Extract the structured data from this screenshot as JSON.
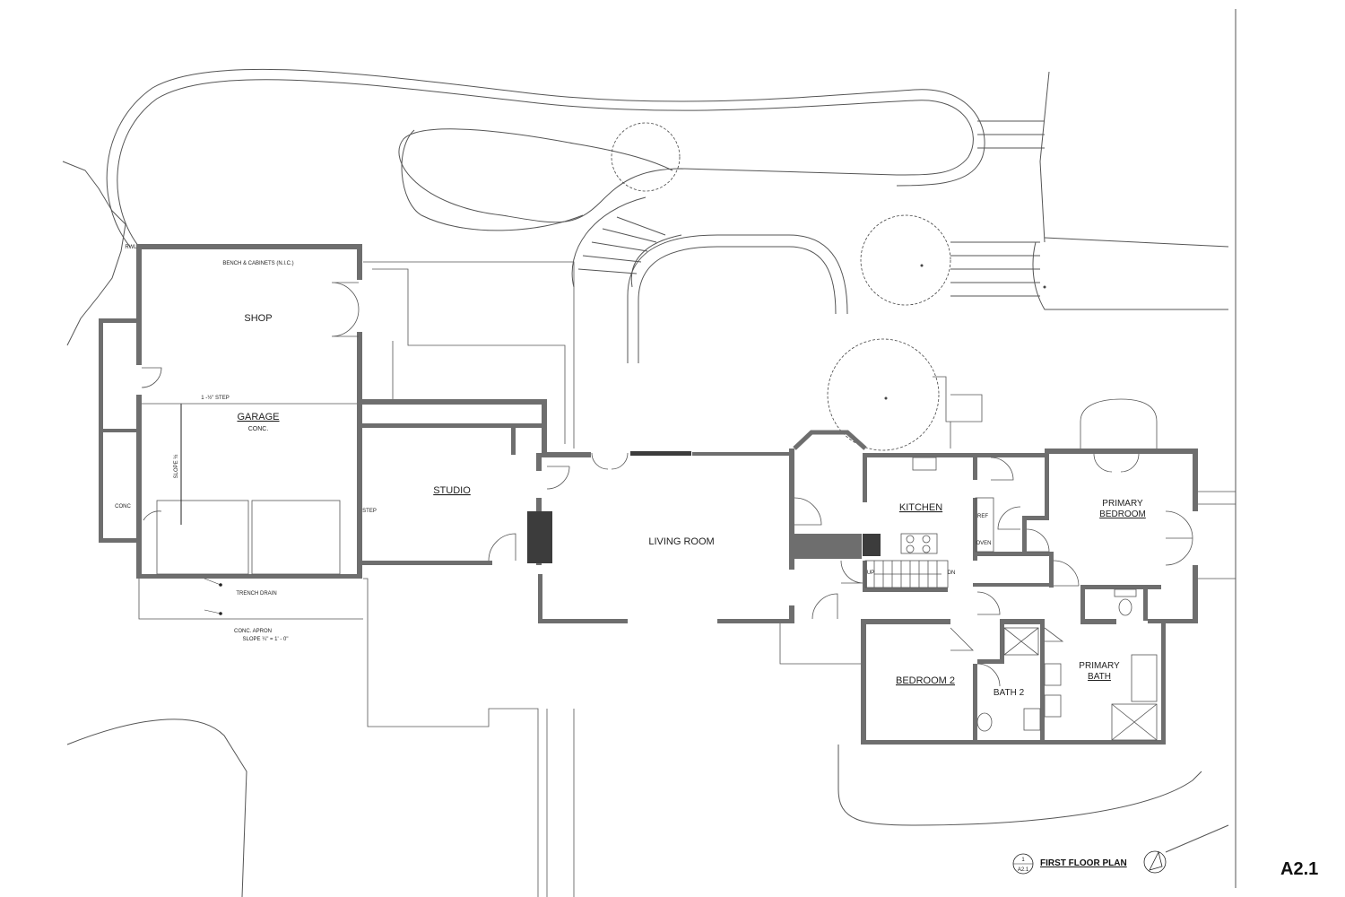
{
  "rooms": {
    "shop": "SHOP",
    "garage": "GARAGE",
    "garage_floor": "CONC.",
    "studio": "STUDIO",
    "living_room": "LIVING ROOM",
    "kitchen": "KITCHEN",
    "primary_bedroom_1": "PRIMARY",
    "primary_bedroom_2": "BEDROOM",
    "bedroom2": "BEDROOM 2",
    "bath2": "BATH 2",
    "primary_bath_1": "PRIMARY",
    "primary_bath_2": "BATH"
  },
  "notes": {
    "rwl": "RWL",
    "bench": "BENCH & CABINETS (N.I.C.)",
    "step_garage": "1 -½\" STEP",
    "slope": "SLOPE ½",
    "conc": "CONC",
    "step_studio": "STEP",
    "trench_drain": "TRENCH DRAIN",
    "apron_1": "CONC. APRON",
    "apron_2": "SLOPE ¼\" = 1' - 0\"",
    "ref": "REF",
    "oven": "OVEN",
    "stair_up": "UP",
    "stair_dn": "DN"
  },
  "title_block": {
    "detail_number": "1",
    "detail_sheet": "A2.1",
    "plan_title": "FIRST FLOOR PLAN",
    "sheet_number": "A2.1"
  },
  "colors": {
    "wall": "#6e6e6e",
    "line": "#555555",
    "paper": "#ffffff"
  }
}
